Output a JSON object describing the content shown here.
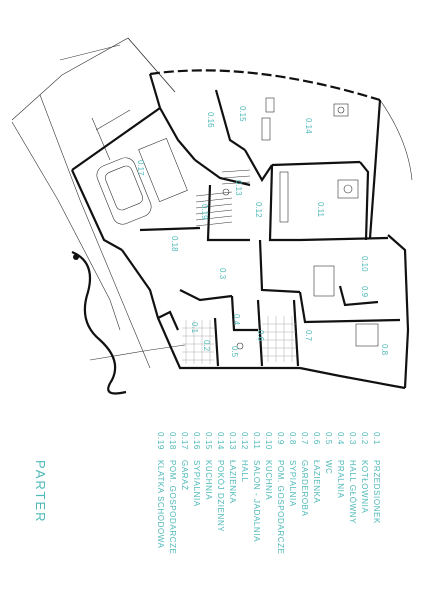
{
  "plan_title": "PARTER",
  "rooms": [
    {
      "id": "0.1",
      "label": "0.1",
      "name": "PRZEDSIONEK"
    },
    {
      "id": "0.2",
      "label": "0.2",
      "name": "KOTŁOWNIA"
    },
    {
      "id": "0.3",
      "label": "0.3",
      "name": "HALL GŁÓWNY"
    },
    {
      "id": "0.4",
      "label": "0.4",
      "name": "PRALNIA"
    },
    {
      "id": "0.5",
      "label": "0.5",
      "name": "WC"
    },
    {
      "id": "0.6",
      "label": "0.6",
      "name": "ŁAZIENKA"
    },
    {
      "id": "0.7",
      "label": "0.7",
      "name": "GARDEROBA"
    },
    {
      "id": "0.8",
      "label": "0.8",
      "name": "SYPIALNIA"
    },
    {
      "id": "0.9",
      "label": "0.9",
      "name": "POM. GOSPODARCZE"
    },
    {
      "id": "0.10",
      "label": "0.10",
      "name": "KUCHNIA"
    },
    {
      "id": "0.11",
      "label": "0.11",
      "name": "SALON - JADALNIA"
    },
    {
      "id": "0.12",
      "label": "0.12",
      "name": "HALL"
    },
    {
      "id": "0.13",
      "label": "0.13",
      "name": "ŁAZIENKA"
    },
    {
      "id": "0.14",
      "label": "0.14",
      "name": "POKÓJ DZIENNY"
    },
    {
      "id": "0.15",
      "label": "0.15",
      "name": "KUCHNIA"
    },
    {
      "id": "0.16",
      "label": "0.16",
      "name": "SYPIALNIA"
    },
    {
      "id": "0.17",
      "label": "0.17",
      "name": "GARAŻ"
    },
    {
      "id": "0.18",
      "label": "0.18",
      "name": "POM. GOSPODARCZE"
    },
    {
      "id": "0.19",
      "label": "0.19",
      "name": "KLATKA SCHODOWA"
    }
  ],
  "colors": {
    "accent": "#4fb8b8",
    "wall": "#111111",
    "line": "#333333"
  }
}
